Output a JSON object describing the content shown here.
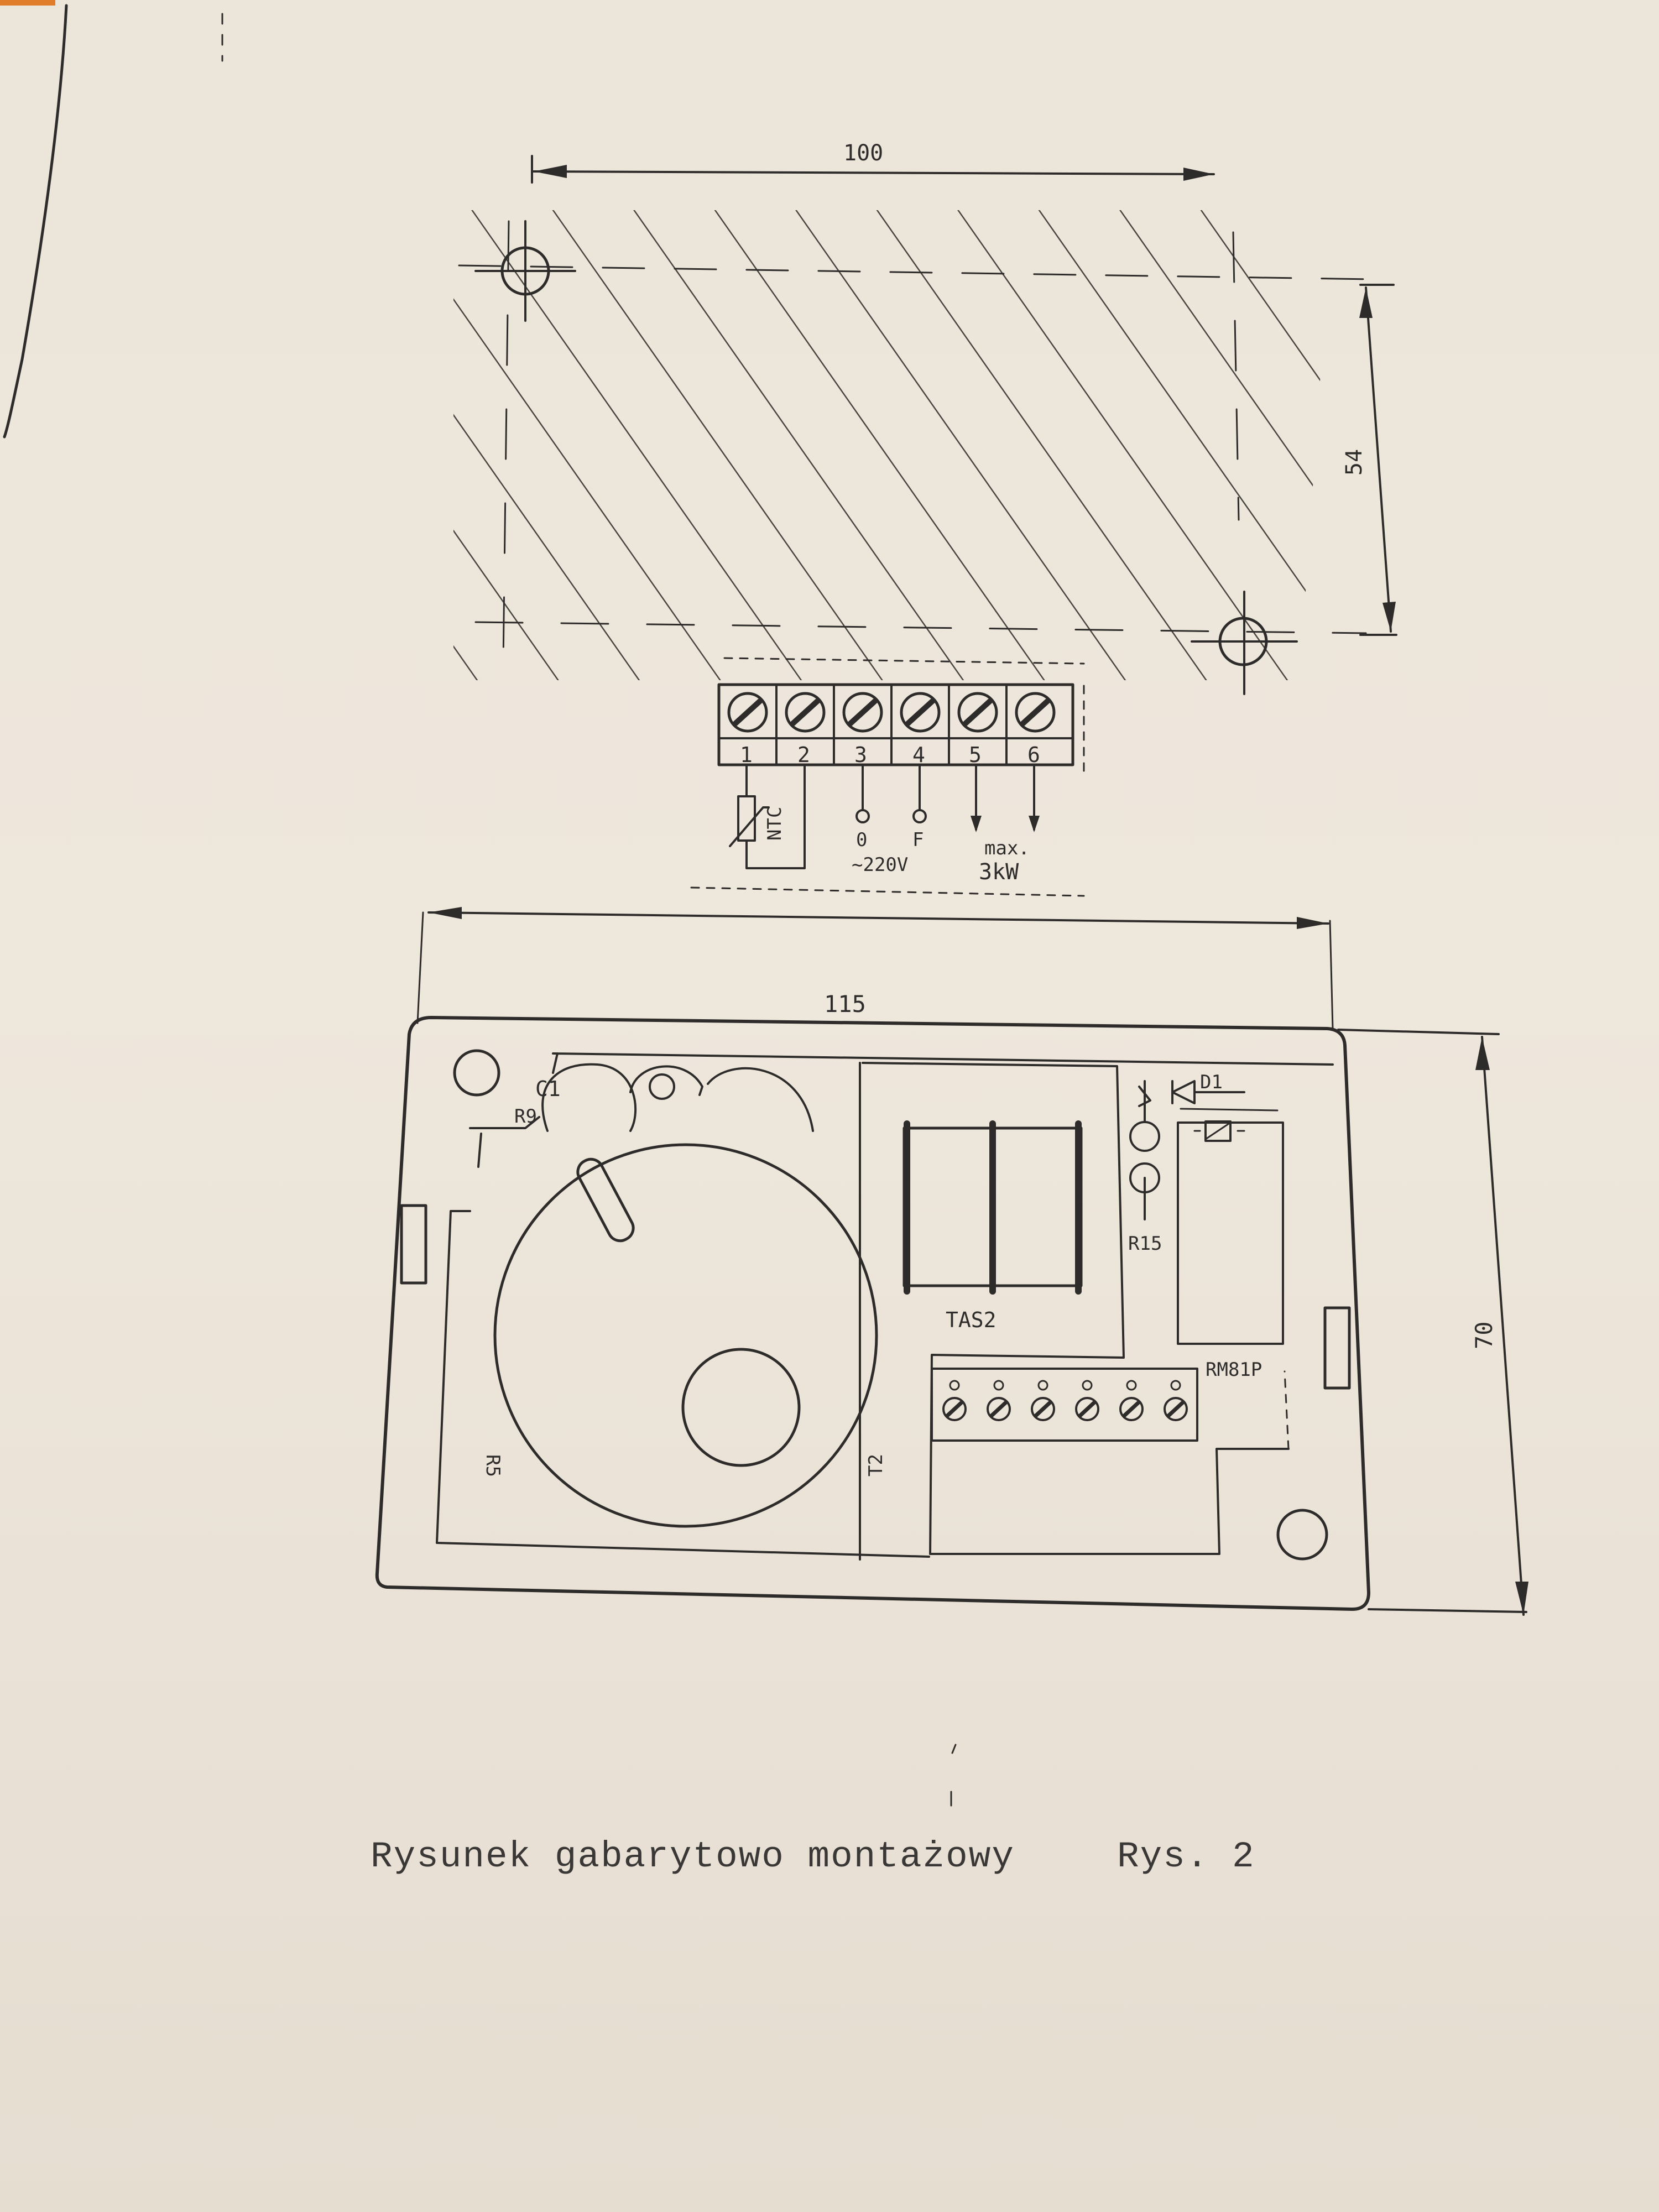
{
  "dimensions": {
    "top_width": "100",
    "top_height": "54",
    "bottom_width": "115",
    "bottom_height": "70"
  },
  "terminals": {
    "numbers": [
      "1",
      "2",
      "3",
      "4",
      "5",
      "6"
    ],
    "ntc_label": "NTC",
    "supply_zero": "0",
    "supply_phase": "F",
    "supply_voltage": "~220V",
    "load_max": "max.",
    "load_power": "3kW"
  },
  "components": {
    "c1": "C1",
    "r9": "R9",
    "r5": "R5",
    "t2": "T2",
    "tas2": "TAS2",
    "r15": "R15",
    "d1": "D1",
    "relay": "RM81P"
  },
  "caption": {
    "title": "Rysunek gabarytowo montażowy",
    "figure": "Rys. 2"
  },
  "colors": {
    "paper": "#ebe3d8",
    "ink": "#2e2c2a"
  }
}
